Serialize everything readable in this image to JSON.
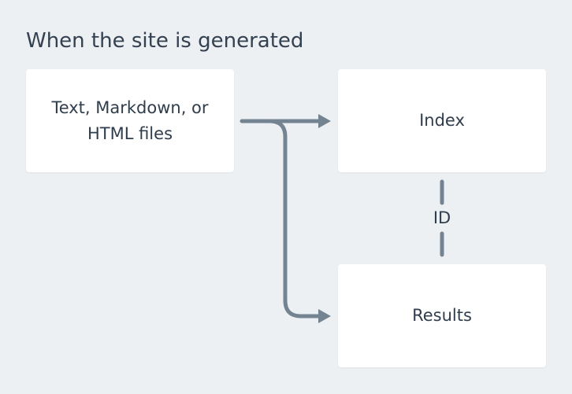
{
  "heading": "When the site is generated",
  "nodes": {
    "source": "Text, Markdown, or HTML files",
    "index": "Index",
    "results": "Results"
  },
  "edges": {
    "index_results_label": "ID"
  },
  "colors": {
    "background": "#edf0f3",
    "box": "#ffffff",
    "connector": "#748391",
    "text": "#2f3d4c"
  }
}
